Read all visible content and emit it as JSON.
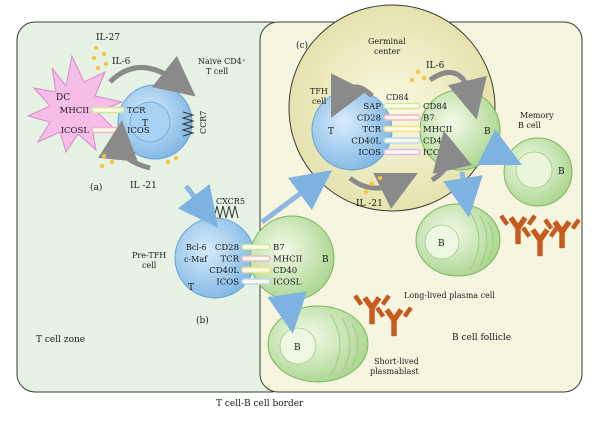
{
  "panels": {
    "a": "(a)",
    "b": "(b)",
    "c": "(c)"
  },
  "zones": {
    "t_zone": "T cell zone",
    "b_follicle": "B cell follicle",
    "border": "T cell-B cell border",
    "germinal_center": [
      "Germinal",
      "center"
    ]
  },
  "cells": {
    "dc": "DC",
    "naive": [
      "Naive CD4⁺",
      "T cell"
    ],
    "pre_tfh": [
      "Pre-TFH",
      "cell"
    ],
    "tfh": [
      "TFH",
      "cell"
    ],
    "memory_b": [
      "Memory",
      "B cell"
    ],
    "long_lived": "Long-lived plasma cell",
    "short_lived": [
      "Short-lived",
      "plasmablast"
    ],
    "t_letter": "T",
    "b_letter": "B"
  },
  "cytokines": {
    "il27": "IL-27",
    "il6": "IL-6",
    "il21": "IL -21",
    "gc_il6": "IL-6",
    "gc_il21": "IL -21"
  },
  "receptors": {
    "ccr7": "CCR7",
    "cxcr5": "CXCR5"
  },
  "dc_pairs": {
    "left": [
      "MHCII",
      "ICOSL"
    ],
    "right": [
      "TCR",
      "ICOS"
    ]
  },
  "pre_tfh_factors": [
    "Bcl-6",
    "c-Maf"
  ],
  "pre_tfh_pairs": {
    "left": [
      "CD28",
      "TCR",
      "CD40L",
      "ICOS"
    ],
    "right": [
      "B7",
      "MHCII",
      "CD40",
      "ICOSL"
    ]
  },
  "gc_pairs": {
    "left": [
      "SAP",
      "CD28",
      "TCR",
      "CD40L",
      "ICOS"
    ],
    "right": [
      "CD84",
      "B7",
      "MHCII",
      "CD40",
      "ICOSL"
    ],
    "top": "CD84"
  },
  "colors": {
    "t_zone_bg": "#e6f2e3",
    "b_follicle_bg": "#f4f3dc",
    "gc_bg": "#f0efc4",
    "t_cell": "#8fc3ea",
    "b_cell": "#bde0a6",
    "dc": "#f2b3e4",
    "antibody": "#c65a1f",
    "arrow": "#8ab8e3"
  }
}
